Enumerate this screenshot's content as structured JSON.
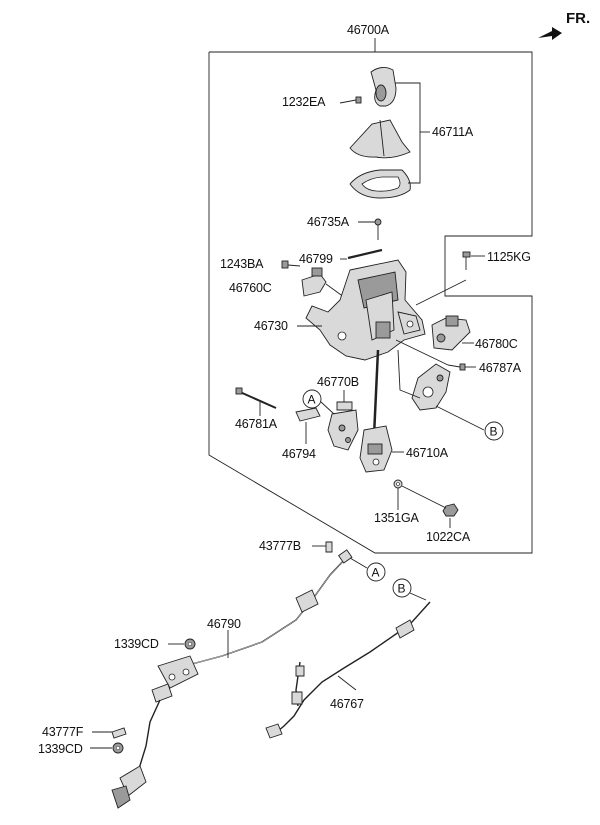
{
  "orientation": {
    "label": "FR."
  },
  "assembly": {
    "label": "46700A"
  },
  "parts": {
    "p1232EA": "1232EA",
    "p46711A": "46711A",
    "p46735A": "46735A",
    "p1125KG": "1125KG",
    "p1243BA": "1243BA",
    "p46799": "46799",
    "p46760C": "46760C",
    "p46730": "46730",
    "p46780C": "46780C",
    "p46787A": "46787A",
    "p46770B": "46770B",
    "p46781A": "46781A",
    "p46794": "46794",
    "p46710A": "46710A",
    "p1351GA": "1351GA",
    "p1022CA": "1022CA",
    "p43777B": "43777B",
    "p46790": "46790",
    "p1339CD_top": "1339CD",
    "p46767": "46767",
    "p43777F": "43777F",
    "p1339CD_bottom": "1339CD"
  },
  "markers": {
    "a1": "A",
    "a2": "A",
    "b1": "B",
    "b2": "B"
  }
}
